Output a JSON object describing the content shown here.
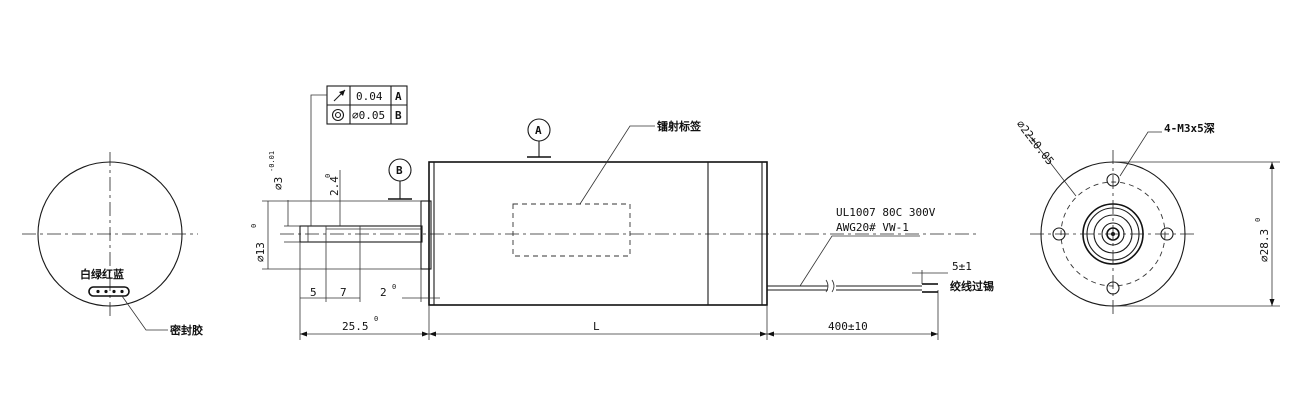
{
  "left_view": {
    "wire_colors_label": "白绿红蓝",
    "seal_label": "密封胶"
  },
  "tolerance_frame": {
    "row1": {
      "value": "0.04",
      "datum": "A"
    },
    "row2": {
      "value": "∅0.05",
      "datum": "B"
    }
  },
  "datums": {
    "a": "A",
    "b": "B"
  },
  "side_view": {
    "label_tag": "镭射标签",
    "dim_shaft_dia": "∅3",
    "dim_shaft_dia_tol": "-0.01",
    "dim_flat": "2.4",
    "dim_flat_tol": "0",
    "dim_boss_dia": "∅13",
    "dim_boss_dia_tol": "0",
    "dim_5": "5",
    "dim_7": "7",
    "dim_2": "2",
    "dim_2_tol": "0",
    "dim_shaft_len": "25.5",
    "dim_shaft_len_tol": "0",
    "dim_body_len": "L",
    "dim_lead_len": "400±10",
    "wire_spec_1": "UL1007 80C 300V",
    "wire_spec_2": "AWG20# VW-1",
    "strip_len": "5±1",
    "strip_note": "绞线过锡"
  },
  "right_view": {
    "bolt_circle": "∅22±0.05",
    "holes": "4-M3x5深",
    "outer_dia": "∅28.3",
    "outer_dia_tol": "0"
  }
}
